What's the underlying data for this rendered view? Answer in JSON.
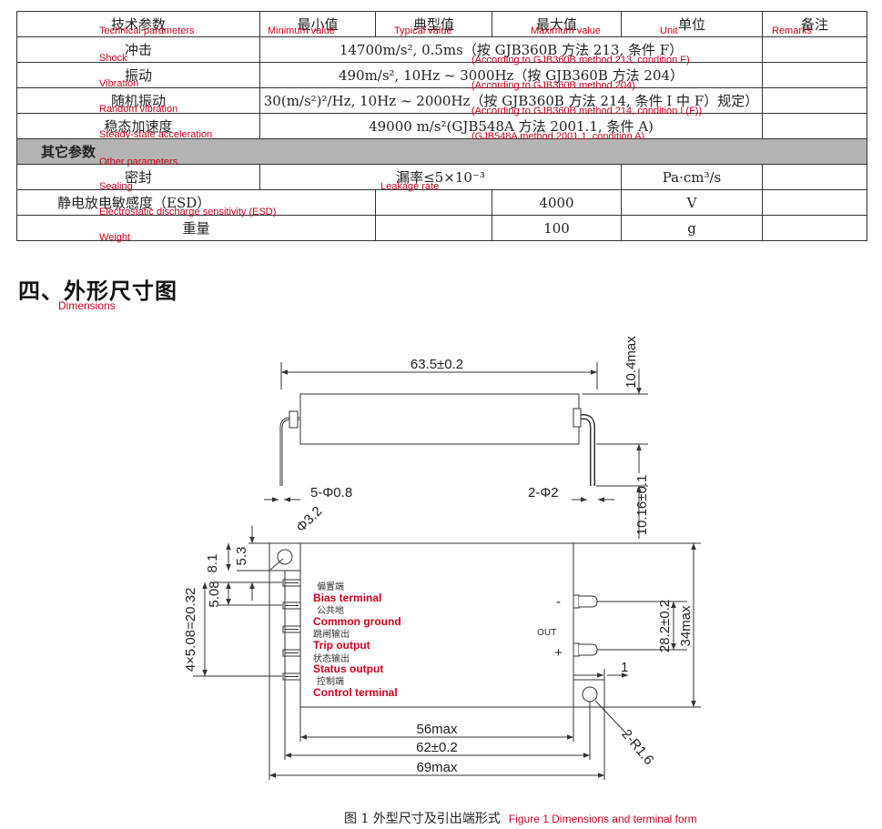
{
  "table": {
    "header": {
      "param": {
        "zh": "技术参数",
        "en": "Technical parameters"
      },
      "min": {
        "zh": "最小值",
        "en": "Minimum value"
      },
      "typ": {
        "zh": "典型值",
        "en": "Typical value"
      },
      "max": {
        "zh": "最大值",
        "en": "Maximum value"
      },
      "unit": {
        "zh": "单位",
        "en": "Unit"
      },
      "remarks": {
        "zh": "备注",
        "en": "Remarks"
      }
    },
    "rows": [
      {
        "zh": "冲击",
        "en": "Shock",
        "value": "14700m/s², 0.5ms（按 GJB360B 方法 213, 条件 F）",
        "value_en": "(According to GJB360B method 213, condition F)"
      },
      {
        "zh": "振动",
        "en": "Vibration",
        "value": "490m/s², 10Hz ~ 3000Hz（按 GJB360B 方法 204）",
        "value_en": "(According to GJB360B method 204)"
      },
      {
        "zh": "随机振动",
        "en": "Random vibration",
        "value": "30(m/s²)²/Hz, 10Hz ~ 2000Hz（按 GJB360B 方法 214, 条件 I 中 F）规定）",
        "value_en": "(According to GJB360B method 214, condition I (F))"
      },
      {
        "zh": "稳态加速度",
        "en": "Steady-state acceleration",
        "value": "49000 m/s²(GJB548A 方法 2001.1, 条件 A)",
        "value_en": "(GJB548A method 2001.1, condition A)"
      }
    ],
    "section": {
      "zh": "其它参数",
      "en": "Other parameters"
    },
    "sealing": {
      "zh": "密封",
      "en": "Sealing",
      "value": "漏率≤5×10⁻³",
      "value_en": "Leakage rate",
      "unit": "Pa·cm³/s"
    },
    "esd": {
      "zh": "静电放电敏感度（ESD）",
      "en": "Electrostatic discharge sensitivity (ESD)",
      "max": "4000",
      "unit": "V"
    },
    "weight": {
      "zh": "重量",
      "en": "Weight",
      "max": "100",
      "unit": "g"
    }
  },
  "heading": {
    "zh": "四、外形尺寸图",
    "en": "Dimensions"
  },
  "drawing": {
    "dims": {
      "length_top": "63.5±0.2",
      "height_max": "10.4max",
      "pins_left": "5-Φ0.8",
      "pins_right": "2-Φ2",
      "pin_len": "10.16±0.1",
      "hole": "Φ3.2",
      "d81": "8.1",
      "d53": "5.3",
      "d508": "5.08",
      "d2032": "4×5.08=20.32",
      "d282": "28.2±0.2",
      "d34": "34max",
      "d1": "1",
      "d56": "56max",
      "d62": "62±0.2",
      "d69": "69max",
      "r16": "2-R1.6",
      "minus": "-",
      "plus": "+",
      "out": "OUT"
    },
    "pins": [
      {
        "zh": "偏置端",
        "en": "Bias terminal"
      },
      {
        "zh": "公共地",
        "en": "Common ground"
      },
      {
        "zh": "跳闸输出",
        "en": "Trip output"
      },
      {
        "zh": "状态输出",
        "en": "Status output"
      },
      {
        "zh": "控制端",
        "en": "Control terminal"
      }
    ]
  },
  "caption": {
    "zh": "图 1  外型尺寸及引出端形式",
    "en": "Figure 1 Dimensions and terminal form"
  }
}
